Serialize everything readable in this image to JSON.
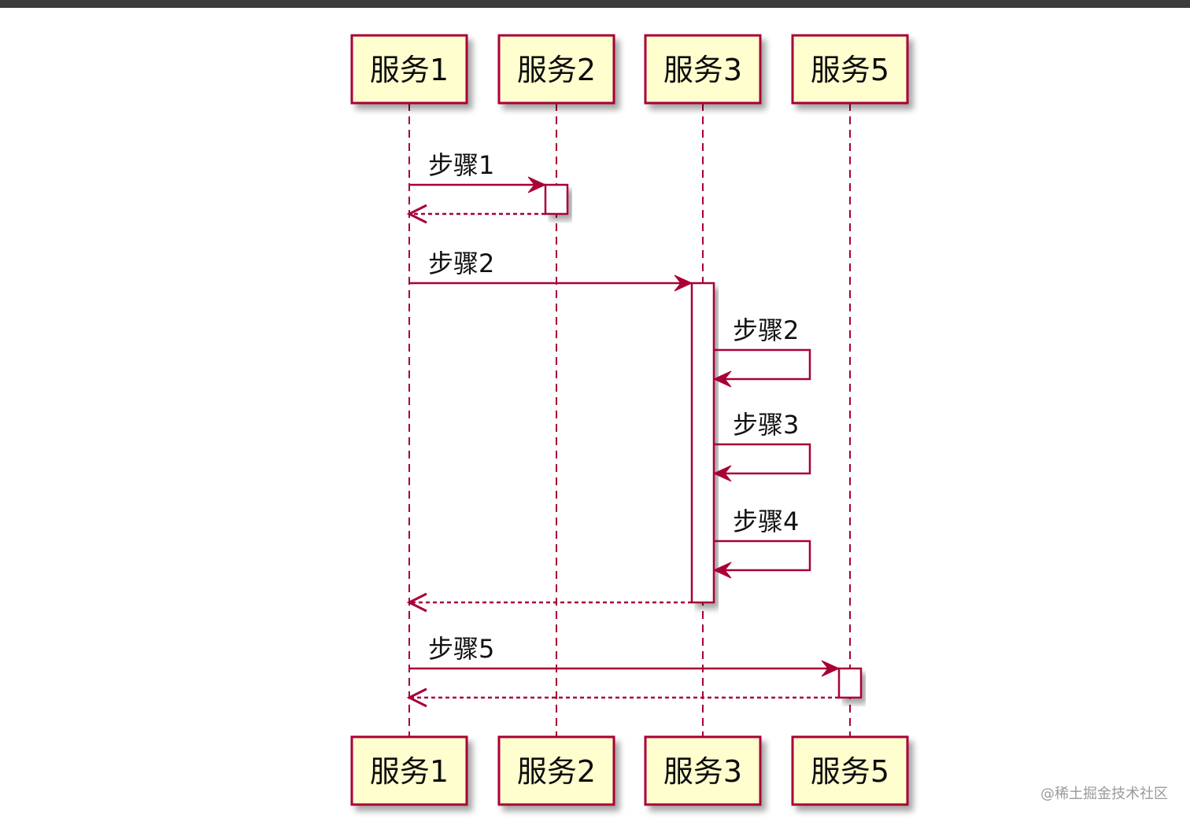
{
  "diagram": {
    "participants": [
      "服务1",
      "服务2",
      "服务3",
      "服务5"
    ],
    "messages": [
      {
        "from": 0,
        "to": 1,
        "label": "步骤1",
        "type": "sync"
      },
      {
        "from": 1,
        "to": 0,
        "label": "",
        "type": "return"
      },
      {
        "from": 0,
        "to": 2,
        "label": "步骤2",
        "type": "sync"
      },
      {
        "from": 2,
        "to": 2,
        "label": "步骤2",
        "type": "self"
      },
      {
        "from": 2,
        "to": 2,
        "label": "步骤3",
        "type": "self"
      },
      {
        "from": 2,
        "to": 2,
        "label": "步骤4",
        "type": "self"
      },
      {
        "from": 2,
        "to": 0,
        "label": "",
        "type": "return"
      },
      {
        "from": 0,
        "to": 3,
        "label": "步骤5",
        "type": "sync"
      },
      {
        "from": 3,
        "to": 0,
        "label": "",
        "type": "return"
      }
    ],
    "colors": {
      "line": "#a80036",
      "box_fill": "#fefece",
      "box_stroke": "#a80036",
      "text": "#111111"
    }
  },
  "watermark": "@稀土掘金技术社区"
}
